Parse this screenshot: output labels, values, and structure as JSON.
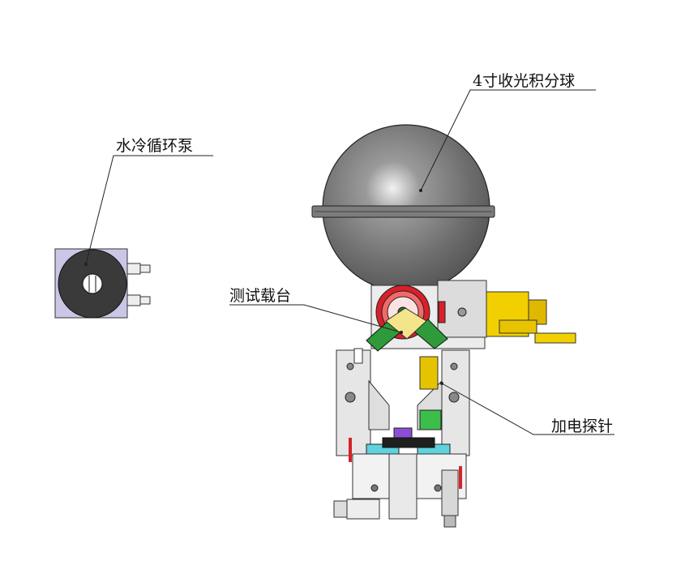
{
  "labels": {
    "pump": "水冷循环泵",
    "sphere": "4寸收光积分球",
    "stage": "测试载台",
    "probe": "加电探针"
  },
  "colors": {
    "sphere_gray": "#6f6f6f",
    "pump_body": "#c9c6e6",
    "stage_green": "#2f9a3a",
    "connector_yellow": "#f2d000",
    "probe_cyan": "#5fd2dc",
    "accent_red": "#d8202a"
  }
}
